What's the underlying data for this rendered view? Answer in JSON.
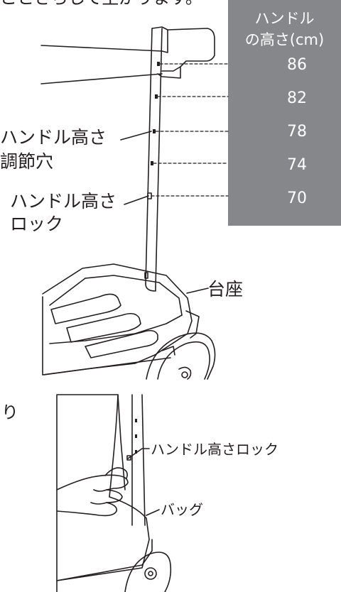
{
  "top_caption": "ことさらして主がります。",
  "height_panel": {
    "header_line1": "ハンドル",
    "header_line2": "の高さ(cm)",
    "heights": [
      "86",
      "82",
      "78",
      "74",
      "70"
    ],
    "bg_color": "#86878a"
  },
  "labels": {
    "adjust_holes": [
      "ハンドル高さ",
      "調節穴"
    ],
    "height_lock": [
      "ハンドル高さ",
      "ロック"
    ],
    "base": "台座",
    "lower_lock": "ハンドル高さロック",
    "bag": "バッグ",
    "left_fragment": "り"
  }
}
